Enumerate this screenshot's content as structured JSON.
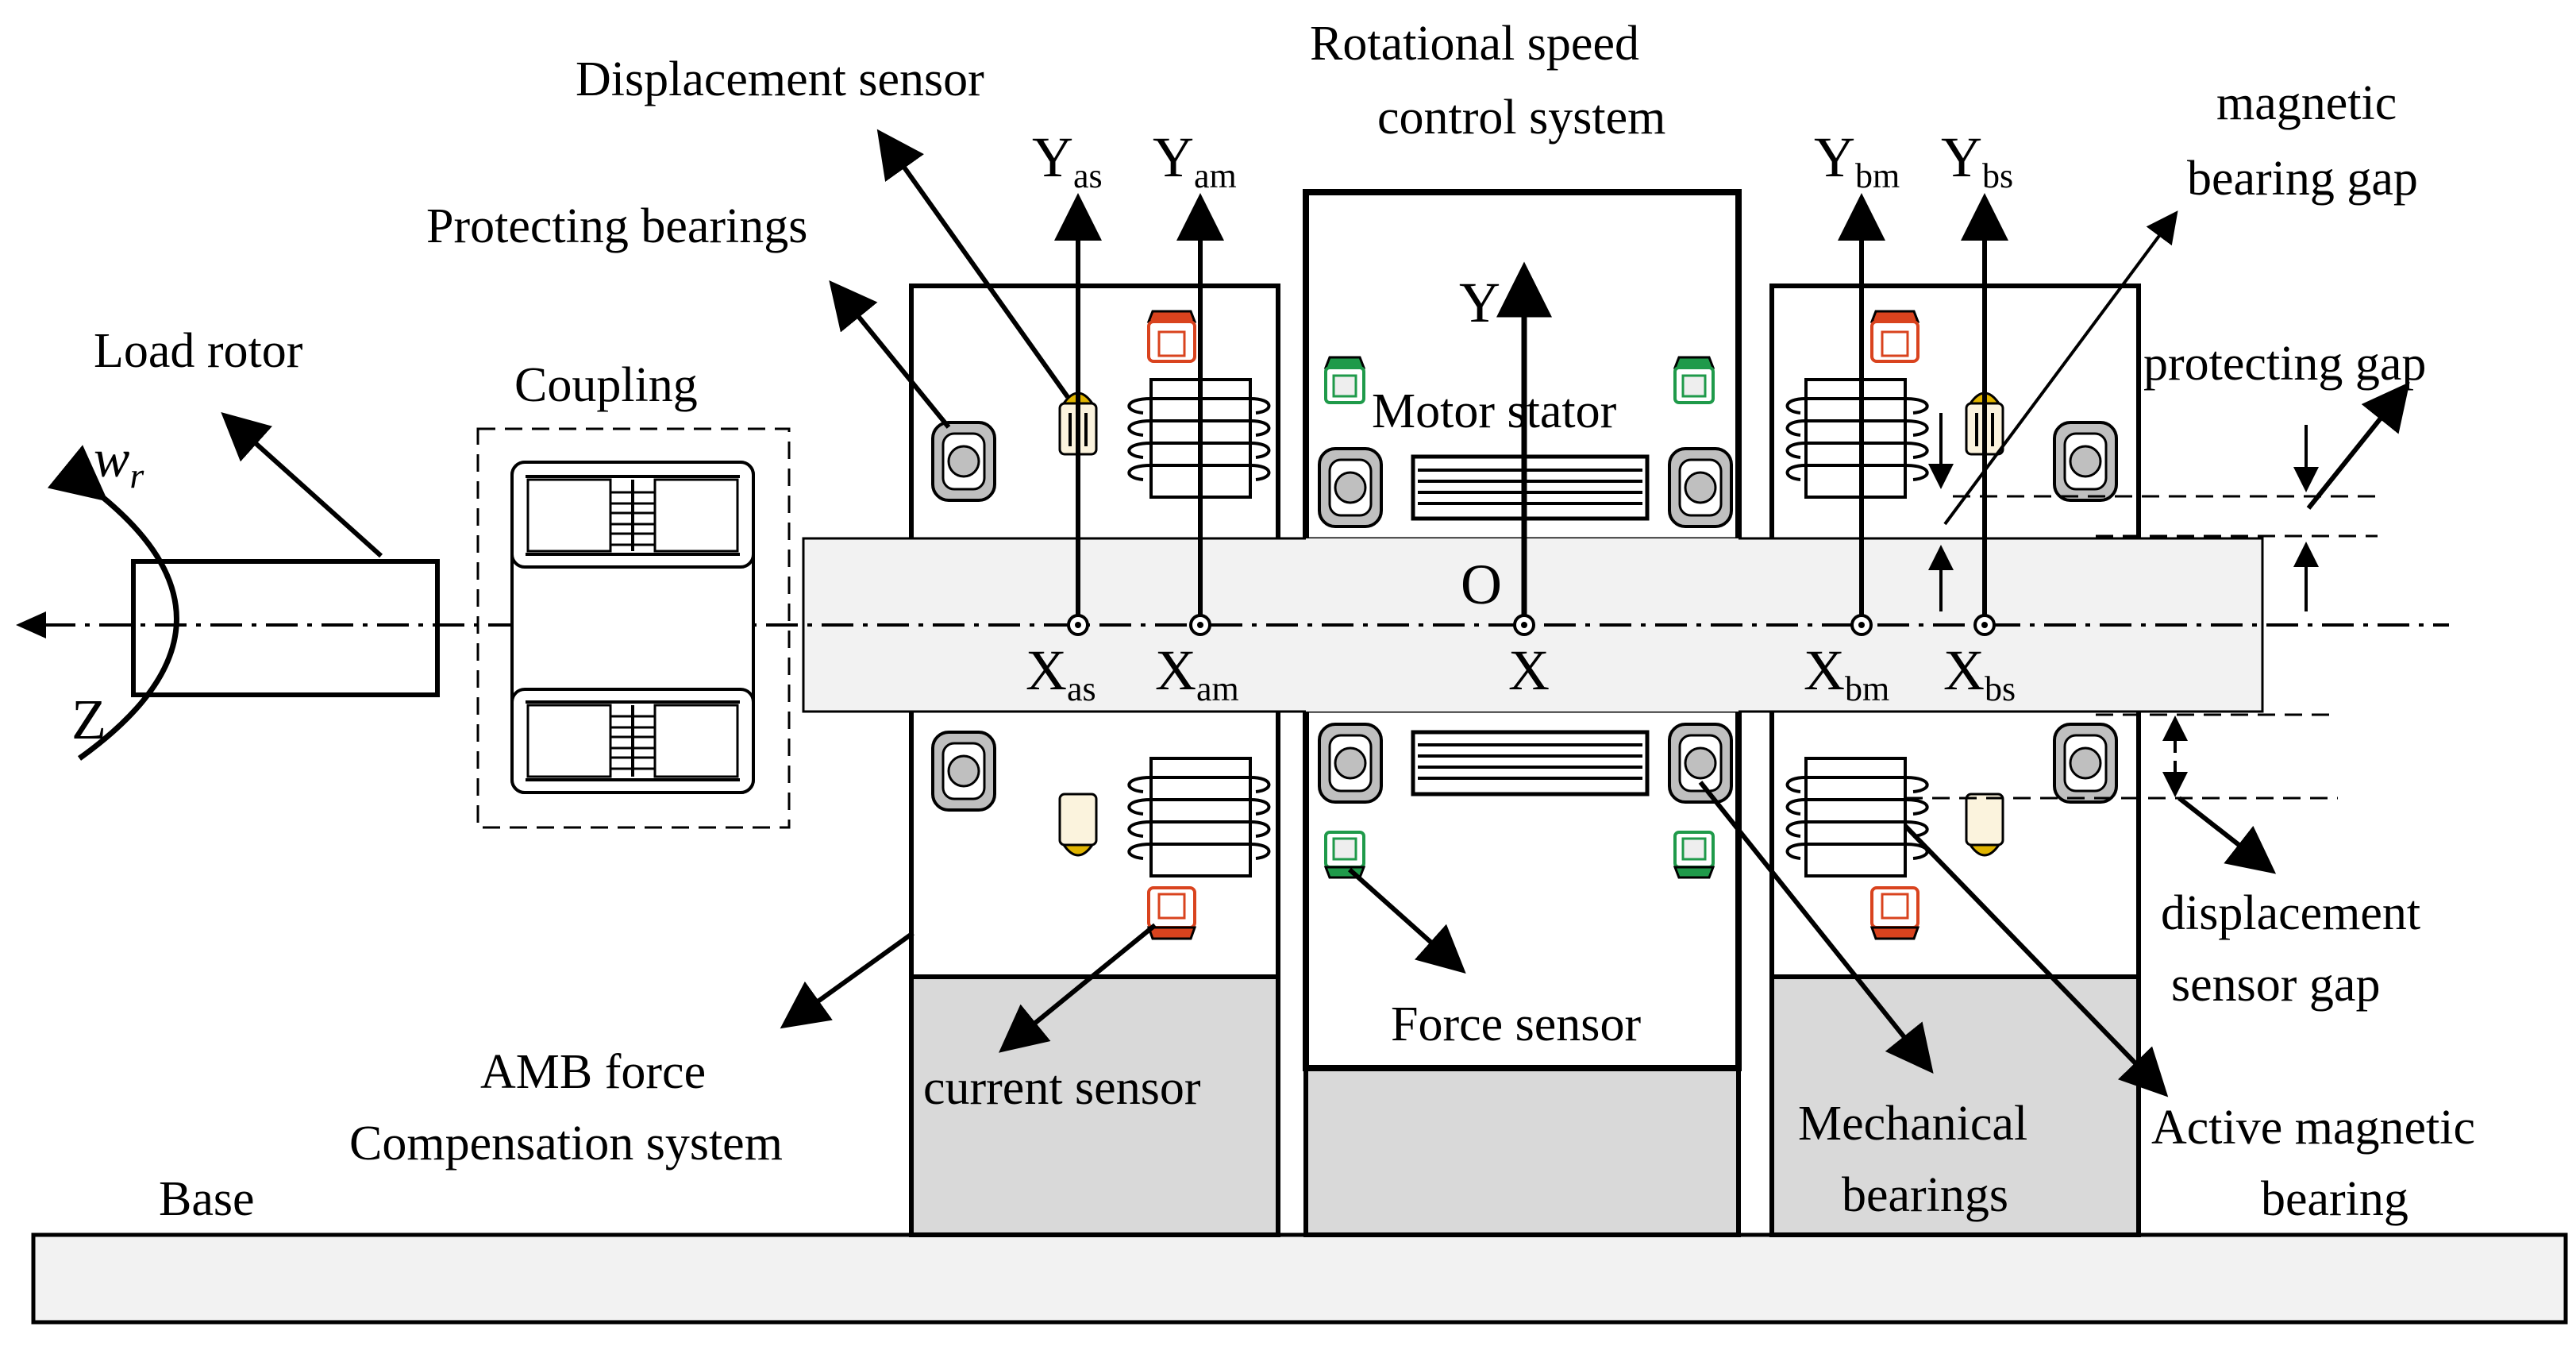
{
  "labels": {
    "displacement_sensor": "Displacement sensor",
    "rotational_speed_1": "Rotational speed",
    "rotational_speed_2": "control system",
    "magnetic_gap_1": "magnetic",
    "magnetic_gap_2": "bearing gap",
    "protecting_bearings": "Protecting bearings",
    "load_rotor": "Load rotor",
    "coupling": "Coupling",
    "motor_stator": "Motor stator",
    "protecting_gap": "protecting gap",
    "amb_force_1": "AMB force",
    "amb_force_2": "Compensation system",
    "current_sensor": "current sensor",
    "force_sensor": "Force sensor",
    "mechanical_bearings_1": "Mechanical",
    "mechanical_bearings_2": "bearings",
    "active_magnetic_1": "Active magnetic",
    "active_magnetic_2": "bearing",
    "disp_sensor_gap_1": "displacement",
    "disp_sensor_gap_2": "sensor gap",
    "base": "Base"
  },
  "symbols": {
    "wr_main": "w",
    "wr_sub": "r",
    "z": "Z",
    "y": "Y",
    "o": "O",
    "x": "X",
    "y_as": {
      "main": "Y",
      "sub": "as"
    },
    "y_am": {
      "main": "Y",
      "sub": "am"
    },
    "y_bm": {
      "main": "Y",
      "sub": "bm"
    },
    "y_bs": {
      "main": "Y",
      "sub": "bs"
    },
    "x_as": {
      "main": "X",
      "sub": "as"
    },
    "x_am": {
      "main": "X",
      "sub": "am"
    },
    "x_bm": {
      "main": "X",
      "sub": "bm"
    },
    "x_bs": {
      "main": "X",
      "sub": "bs"
    }
  },
  "colors": {
    "line": "#000000",
    "shaft_fill": "#f2f2f2",
    "block_fill": "#d9d9d9",
    "bearing_fill": "#bfbfbf",
    "sensor_red": "#d9431e",
    "sensor_green": "#1f9a4a",
    "sensor_yellow": "#e0b400",
    "sensor_body": "#fbf3dd"
  }
}
